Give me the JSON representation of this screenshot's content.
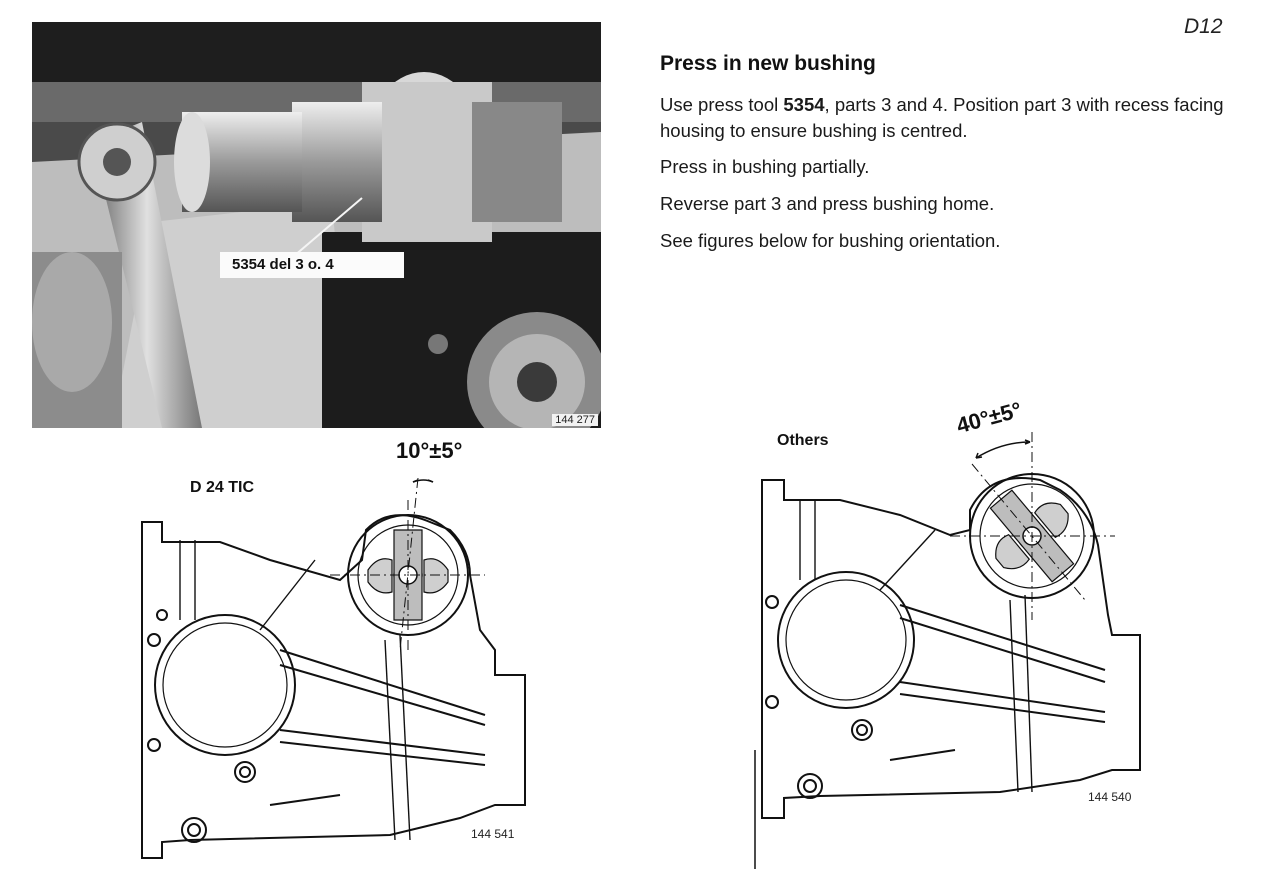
{
  "page": {
    "code": "D12"
  },
  "photo": {
    "callout": "5354 del 3 o. 4",
    "figure_code": "144 277"
  },
  "instructions": {
    "title": "Press in new bushing",
    "line1_pre": "Use press tool ",
    "tool_number": "5354",
    "line1_post": ", parts 3 and 4. Position part 3 with recess facing housing to ensure bushing is centred.",
    "line2": "Press in bushing partially.",
    "line3": "Reverse part 3 and press bushing home.",
    "line4": "See figures below for bushing orientation."
  },
  "figures": {
    "left": {
      "label": "D 24 TIC",
      "angle": "10°±5°",
      "code": "144 541"
    },
    "right": {
      "label": "Others",
      "angle": "40°±5°",
      "code": "144 540"
    }
  }
}
